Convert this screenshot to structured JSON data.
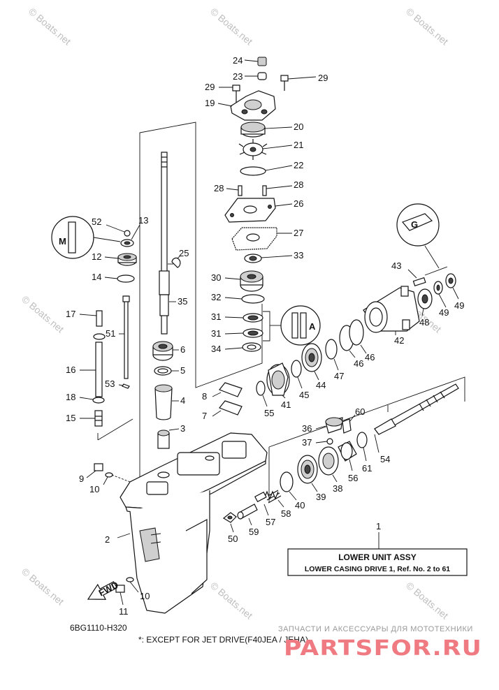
{
  "watermarks": [
    "© Boats.net",
    "© Boats.net",
    "© Boats.net",
    "© Boats.net",
    "© Boats.net",
    "© Boats.net",
    "© Boats.net",
    "© Boats.net"
  ],
  "callouts": {
    "c1": "1",
    "c2": "2",
    "c3": "3",
    "c4": "4",
    "c5": "5",
    "c6": "6",
    "c7": "7",
    "c8": "8",
    "c9": "9",
    "c10a": "10",
    "c10b": "10",
    "c11": "11",
    "c12": "12",
    "c13": "13",
    "c14": "14",
    "c15": "15",
    "c16": "16",
    "c17": "17",
    "c18": "18",
    "c19": "19",
    "c20": "20",
    "c21": "21",
    "c22": "22",
    "c23": "23",
    "c24": "24",
    "c25": "25",
    "c26": "26",
    "c27": "27",
    "c28a": "28",
    "c28b": "28",
    "c29a": "29",
    "c29b": "29",
    "c30": "30",
    "c31a": "31",
    "c31b": "31",
    "c32": "32",
    "c33": "33",
    "c34": "34",
    "c35": "35",
    "c36": "36",
    "c37": "37",
    "c38": "38",
    "c39": "39",
    "c40": "40",
    "c41": "41",
    "c42": "42",
    "c43": "43",
    "c44": "44",
    "c45": "45",
    "c46a": "46",
    "c46b": "46",
    "c47": "47",
    "c48": "48",
    "c49a": "49",
    "c49b": "49",
    "c50": "50",
    "c51": "51",
    "c52": "52",
    "c53": "53",
    "c54": "54",
    "c55": "55",
    "c56": "56",
    "c57": "57",
    "c58": "58",
    "c59": "59",
    "c60": "60",
    "c61": "61"
  },
  "title_box": {
    "line1": "LOWER UNIT ASSY",
    "line2": "LOWER CASING DRIVE 1,  Ref. No. 2 to 61"
  },
  "fwd_label": "FWD",
  "diagram_code": "6BG1110-H320",
  "footnote": "*: EXCEPT FOR JET DRIVE(F40JEA / JEHA)",
  "shop": {
    "tagline": "ЗАПЧАСТИ И АКСЕССУАРЫ ДЛЯ МОТОТЕХНИКИ",
    "logo": "PARTSFOR.RU"
  },
  "tool_marks": {
    "left": "M",
    "mid": "A",
    "right": "G"
  }
}
